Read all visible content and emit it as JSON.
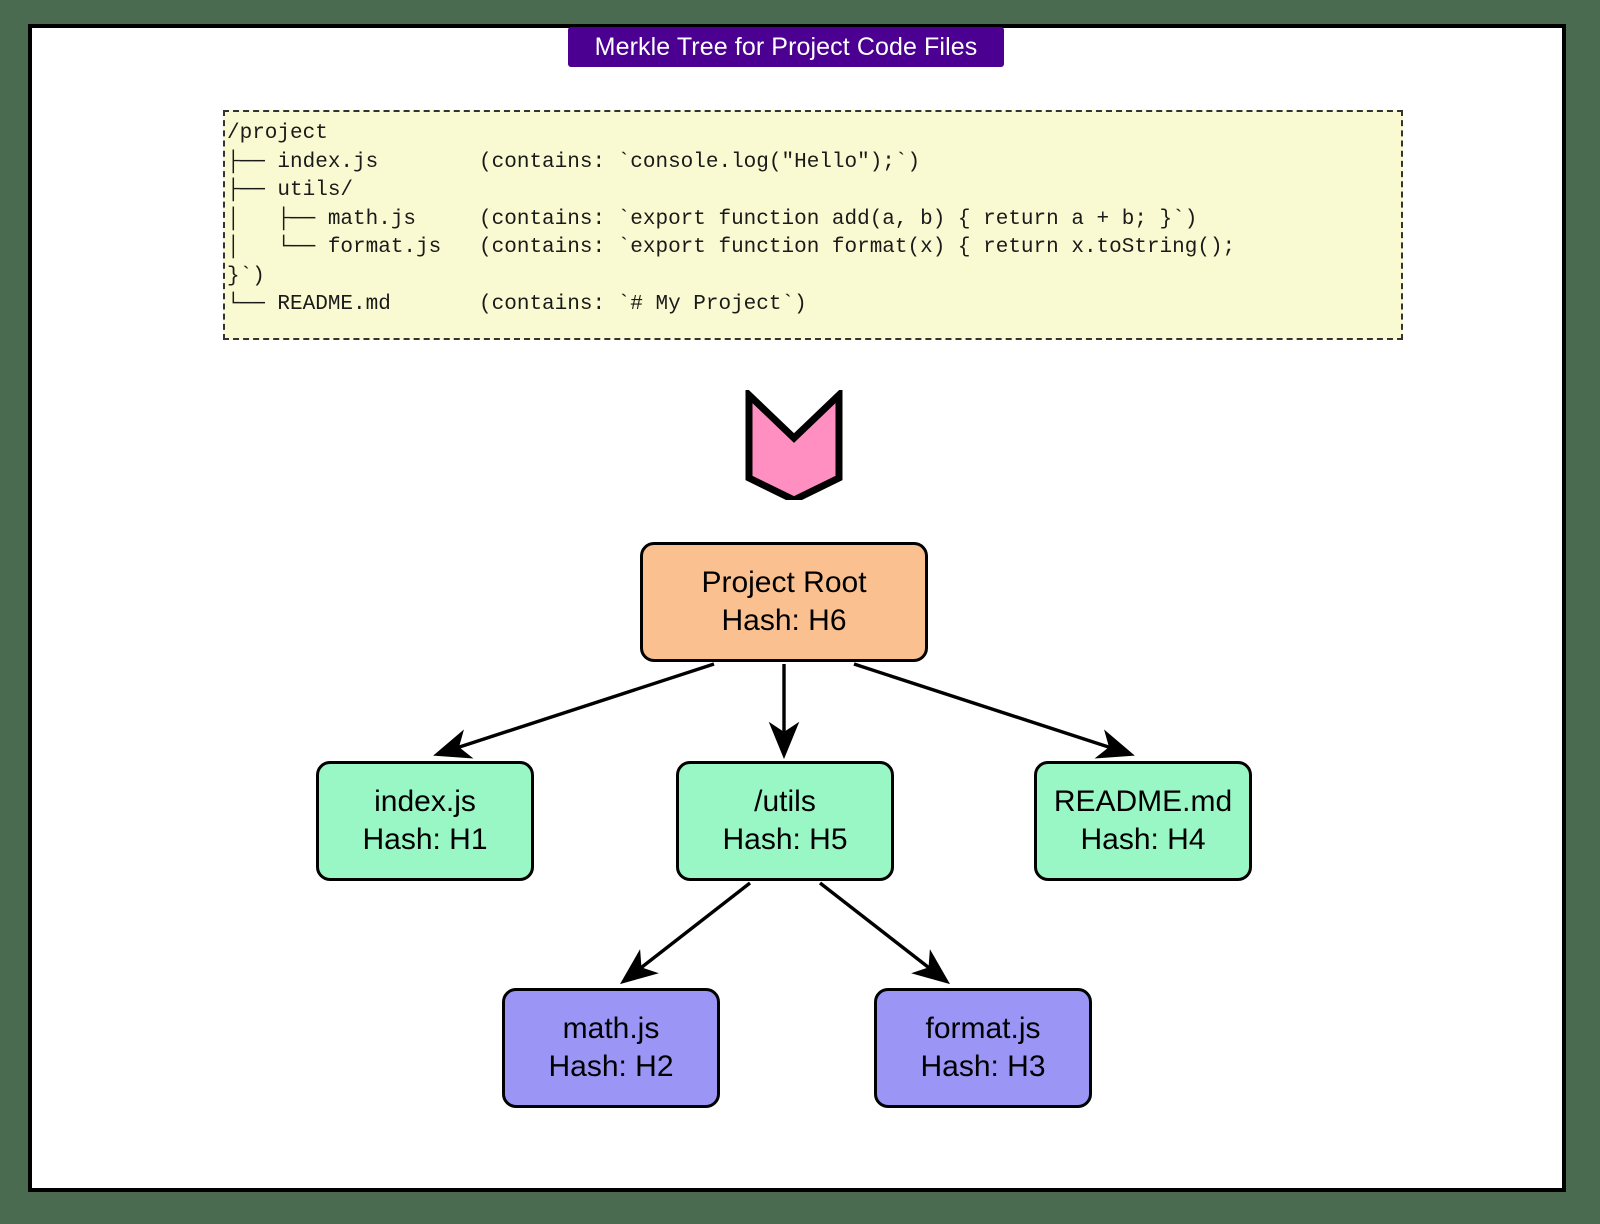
{
  "title": {
    "text": "Merkle Tree for Project Code Files",
    "background": "#4B0092",
    "color": "#FFFFFF"
  },
  "canvas": {
    "page_background": "#4A6B4F",
    "sheet_background": "#FFFFFF",
    "border_color": "#000000"
  },
  "code_block": {
    "background": "#FAFAD2",
    "border_style": "dashed",
    "border_color": "#333333",
    "lines": [
      "/project",
      "├── index.js        (contains: `console.log(\"Hello\");`)",
      "├── utils/",
      "│   ├── math.js     (contains: `export function add(a, b) { return a + b; }`)",
      "│   └── format.js   (contains: `export function format(x) { return x.toString();",
      "}`)",
      "└── README.md       (contains: `# My Project`)"
    ]
  },
  "flow_arrow": {
    "name": "down-arrow",
    "color": "#FF8FC1",
    "stroke": "#000000",
    "direction": "down"
  },
  "graph": {
    "node_colors": {
      "root": "#FAC090",
      "level1": "#99F7C5",
      "level2": "#9B95F5"
    },
    "edge_color": "#000000",
    "nodes": [
      {
        "id": "root",
        "label": "Project Root",
        "hash": "Hash: H6",
        "level": 0
      },
      {
        "id": "index",
        "label": "index.js",
        "hash": "Hash: H1",
        "level": 1
      },
      {
        "id": "utils",
        "label": "/utils",
        "hash": "Hash: H5",
        "level": 1
      },
      {
        "id": "readme",
        "label": "README.md",
        "hash": "Hash: H4",
        "level": 1
      },
      {
        "id": "math",
        "label": "math.js",
        "hash": "Hash: H2",
        "level": 2
      },
      {
        "id": "format",
        "label": "format.js",
        "hash": "Hash: H3",
        "level": 2
      }
    ],
    "edges": [
      {
        "from": "root",
        "to": "index"
      },
      {
        "from": "root",
        "to": "utils"
      },
      {
        "from": "root",
        "to": "readme"
      },
      {
        "from": "utils",
        "to": "math"
      },
      {
        "from": "utils",
        "to": "format"
      }
    ]
  }
}
